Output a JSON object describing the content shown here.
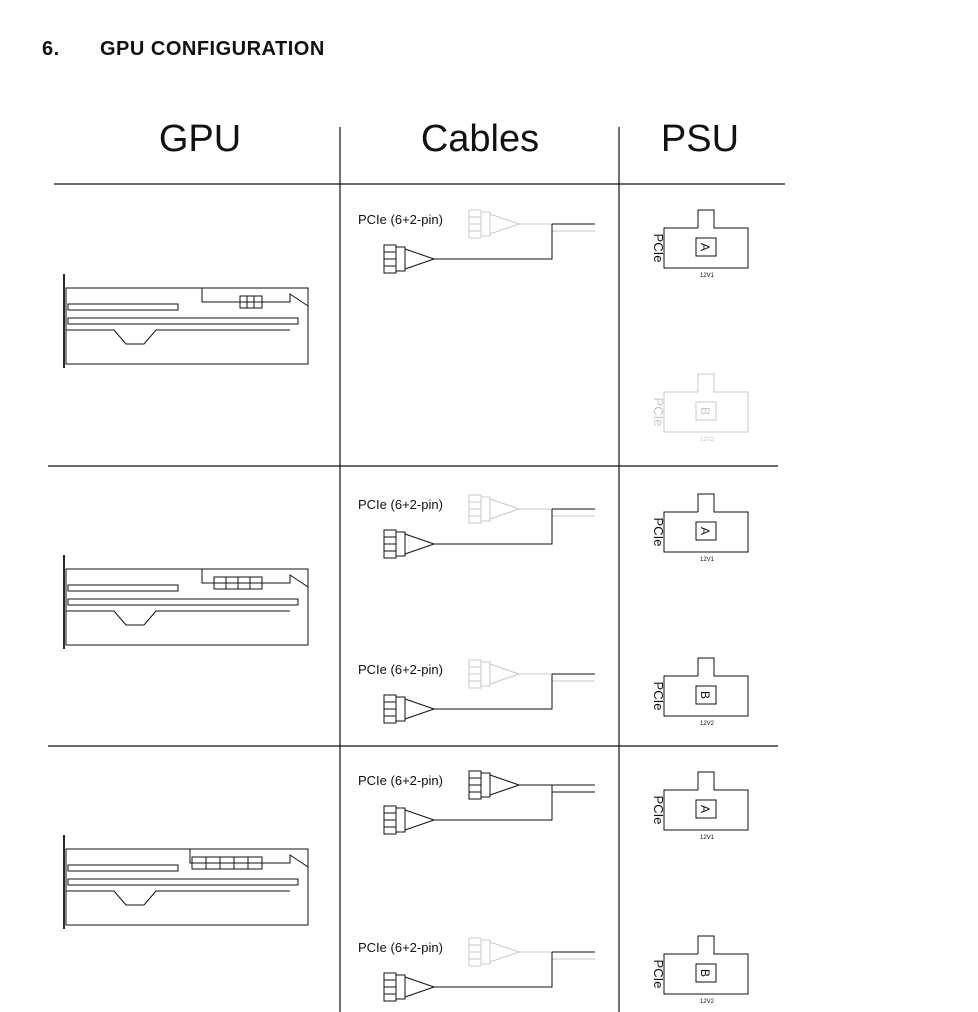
{
  "section": {
    "number": "6.",
    "title": "GPU CONFIGURATION"
  },
  "columns": {
    "gpu": "GPU",
    "cables": "Cables",
    "psu": "PSU"
  },
  "cable_label": "PCIe (6+2-pin)",
  "psu": {
    "connector_label": "PCIe",
    "port_a": "A",
    "port_b": "B",
    "rail_a": "12V1",
    "rail_b": "12V2"
  },
  "colors": {
    "line": "#111111",
    "faded": "#c8c8c8"
  }
}
